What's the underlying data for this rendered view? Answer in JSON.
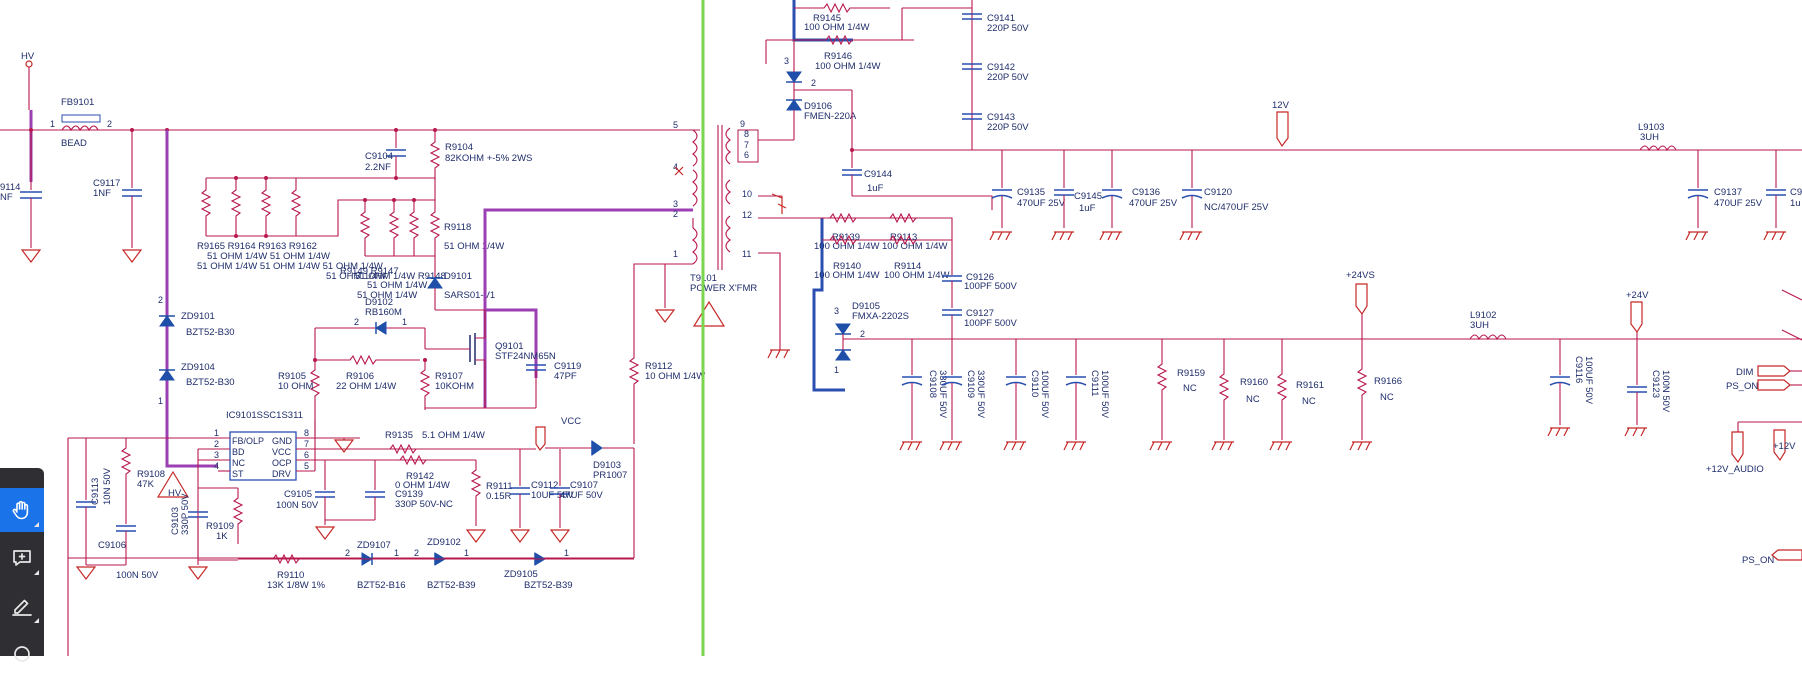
{
  "divider_color": "#7ad64f",
  "net_color": "#b8174d",
  "highlight_color": "#9b3fb3",
  "net_labels": {
    "hv_top": "HV",
    "hv_triangle": "HV",
    "vcc": "VCC",
    "v12": "12V",
    "v24vs": "+24VS",
    "v24": "+24V",
    "dim": "DIM",
    "ps_on": "PS_ON",
    "v12b": "+12V",
    "v12_audio": "+12V_AUDIO",
    "ps_on_2": "PS_ON"
  },
  "components": {
    "fb9101": {
      "ref": "FB9101",
      "value": "BEAD"
    },
    "c9114": {
      "ref": "9114",
      "value": "NF"
    },
    "c9117": {
      "ref": "C9117",
      "value": "1NF"
    },
    "zd9101": {
      "ref": "ZD9101",
      "value": "BZT52-B30"
    },
    "zd9104": {
      "ref": "ZD9104",
      "value": "BZT52-B30"
    },
    "c9104": {
      "ref": "C9104",
      "value": "2.2NF"
    },
    "r9104": {
      "ref": "R9104",
      "value": "82KOHM +-5% 2WS"
    },
    "r9165": {
      "ref": "R9165 R9164 R9163 R9162",
      "value": "51 OHM 1/4W     51 OHM 1/4W",
      "value2": "51 OHM 1/4W 51 OHM 1/4W 51 OHM 1/4W"
    },
    "r9118": {
      "ref": "R9118",
      "value": "51 OHM 1/4W"
    },
    "r9149": {
      "ref": "R9149 R9147",
      "value": "51 OHM 1/4W",
      "value2": "51 OHM 1/4W R9148",
      "value3": "51 OHM 1/4W",
      "value4": "51 OHM 1/4W"
    },
    "d9101": {
      "ref": "D9101",
      "value": "SARS01-V1"
    },
    "d9102": {
      "ref": "D9102",
      "value": "RB160M"
    },
    "q9101": {
      "ref": "Q9101",
      "value": "STF24NM65N"
    },
    "c9119": {
      "ref": "C9119",
      "value": "47PF"
    },
    "r9105": {
      "ref": "R9105",
      "value": "10 OHM"
    },
    "r9106": {
      "ref": "R9106",
      "value": "22 OHM 1/4W"
    },
    "r9107": {
      "ref": "R9107",
      "value": "10KOHM"
    },
    "r9112": {
      "ref": "R9112",
      "value": "10 OHM 1/4W"
    },
    "ic9101": {
      "ref": "IC9101SSC1S311",
      "pins_left": [
        "FB/OLP",
        "BD",
        "NC",
        "ST"
      ],
      "pins_right": [
        "GND",
        "VCC",
        "OCP",
        "DRV"
      ],
      "pin_left_nums": [
        "1",
        "2",
        "3",
        "4"
      ],
      "pin_right_nums": [
        "8",
        "7",
        "6",
        "5"
      ]
    },
    "r9135": {
      "ref": "R9135",
      "value": "5.1 OHM 1/4W"
    },
    "r9142": {
      "ref": "R9142",
      "value": "0 OHM 1/4W"
    },
    "c9139": {
      "ref": "C9139",
      "value": "330P 50V-NC"
    },
    "r9108": {
      "ref": "R9108",
      "value": "47K"
    },
    "c9113": {
      "ref": "C9113",
      "value": "10N 50V"
    },
    "c9106": {
      "ref": "C9106",
      "value": "100N 50V"
    },
    "c9105": {
      "ref": "C9105",
      "value": "100N 50V"
    },
    "c9103": {
      "ref": "C9103",
      "value": "330P 50V"
    },
    "r9109": {
      "ref": "R9109",
      "value": "1K"
    },
    "r9111": {
      "ref": "R9111",
      "value": "0.15R"
    },
    "c9112": {
      "ref": "C9112",
      "value": "10UF 50V"
    },
    "c9107": {
      "ref": "C9107",
      "value": "47UF 50V"
    },
    "d9103": {
      "ref": "D9103",
      "value": "PR1007"
    },
    "zd9107": {
      "ref": "ZD9107",
      "value": "BZT52-B16"
    },
    "zd9102": {
      "ref": "ZD9102",
      "value": "BZT52-B39"
    },
    "zd9105": {
      "ref": "ZD9105",
      "value": "BZT52-B39"
    },
    "r9110": {
      "ref": "R9110",
      "value": "13K 1/8W 1%"
    },
    "t9101": {
      "ref": "T9101",
      "value": "POWER X'FMR"
    },
    "r9145": {
      "ref": "R9145",
      "value": "100 OHM 1/4W"
    },
    "r9146": {
      "ref": "R9146",
      "value": "100 OHM 1/4W"
    },
    "c9141": {
      "ref": "C9141",
      "value": "220P 50V"
    },
    "c9142": {
      "ref": "C9142",
      "value": "220P 50V"
    },
    "c9143": {
      "ref": "C9143",
      "value": "220P 50V"
    },
    "d9106": {
      "ref": "D9106",
      "value": "FMEN-220A"
    },
    "c9144": {
      "ref": "C9144",
      "value": "1uF"
    },
    "c9135": {
      "ref": "C9135",
      "value": "470UF 25V"
    },
    "c9145": {
      "ref": "C9145",
      "value": "1uF"
    },
    "c9136": {
      "ref": "C9136",
      "value": "470UF 25V"
    },
    "c9120": {
      "ref": "C9120",
      "value": "NC/470UF 25V"
    },
    "l9103": {
      "ref": "L9103",
      "value": "3UH"
    },
    "c9137": {
      "ref": "C9137",
      "value": "470UF 25V"
    },
    "c91xx": {
      "ref": "C9",
      "value": "1u"
    },
    "r9139": {
      "ref": "R9139",
      "value": "100 OHM 1/4W"
    },
    "r9113": {
      "ref": "R9113",
      "value": "100 OHM 1/4W"
    },
    "r9140": {
      "ref": "R9140",
      "value": "100 OHM 1/4W"
    },
    "r9114": {
      "ref": "R9114",
      "value": "100 OHM 1/4W"
    },
    "c9126": {
      "ref": "C9126",
      "value": "100PF 500V"
    },
    "c9127": {
      "ref": "C9127",
      "value": "100PF 500V"
    },
    "d9105": {
      "ref": "D9105",
      "value": "FMXA-2202S"
    },
    "c9108": {
      "ref": "C9108",
      "value": "330UF 50V"
    },
    "c9109": {
      "ref": "C9109",
      "value": "330UF 50V"
    },
    "c9110": {
      "ref": "C9110",
      "value": "100UF 50V"
    },
    "c9111": {
      "ref": "C9111",
      "value": "100UF 50V"
    },
    "r9159": {
      "ref": "R9159",
      "value": "NC"
    },
    "r9160": {
      "ref": "R9160",
      "value": "NC"
    },
    "r9161": {
      "ref": "R9161",
      "value": "NC"
    },
    "r9166": {
      "ref": "R9166",
      "value": "NC"
    },
    "l9102": {
      "ref": "L9102",
      "value": "3UH"
    },
    "c9116": {
      "ref": "C9116",
      "value": "100UF 50V"
    },
    "c9123": {
      "ref": "C9123",
      "value": "100N 50V"
    }
  },
  "pin_numbers": {
    "fb_1": "1",
    "fb_2": "2",
    "t_5": "5",
    "t_4": "4",
    "t_3": "3",
    "t_2": "2",
    "t_1": "1",
    "t_9": "9",
    "t_8": "8",
    "t_7": "7",
    "t_6": "6",
    "t_10": "10",
    "t_12": "12",
    "t_11": "11",
    "zd_2": "2",
    "zd_1": "1",
    "d9102_2": "2",
    "d9102_1": "1",
    "d9106_3": "3",
    "d9106_2": "2",
    "d9105_3": "3",
    "d9105_2": "2",
    "d9105_1": "1",
    "zd9107_2": "2",
    "zd9107_1": "1",
    "zd9102_2": "2",
    "zd9102_1": "1",
    "zd9105_1": "1"
  },
  "toolbar": {
    "tools": [
      {
        "name": "hand-tool",
        "active": true
      },
      {
        "name": "add-comment-tool",
        "active": false
      },
      {
        "name": "draw-tool",
        "active": false
      },
      {
        "name": "shape-tool",
        "active": false
      }
    ]
  }
}
